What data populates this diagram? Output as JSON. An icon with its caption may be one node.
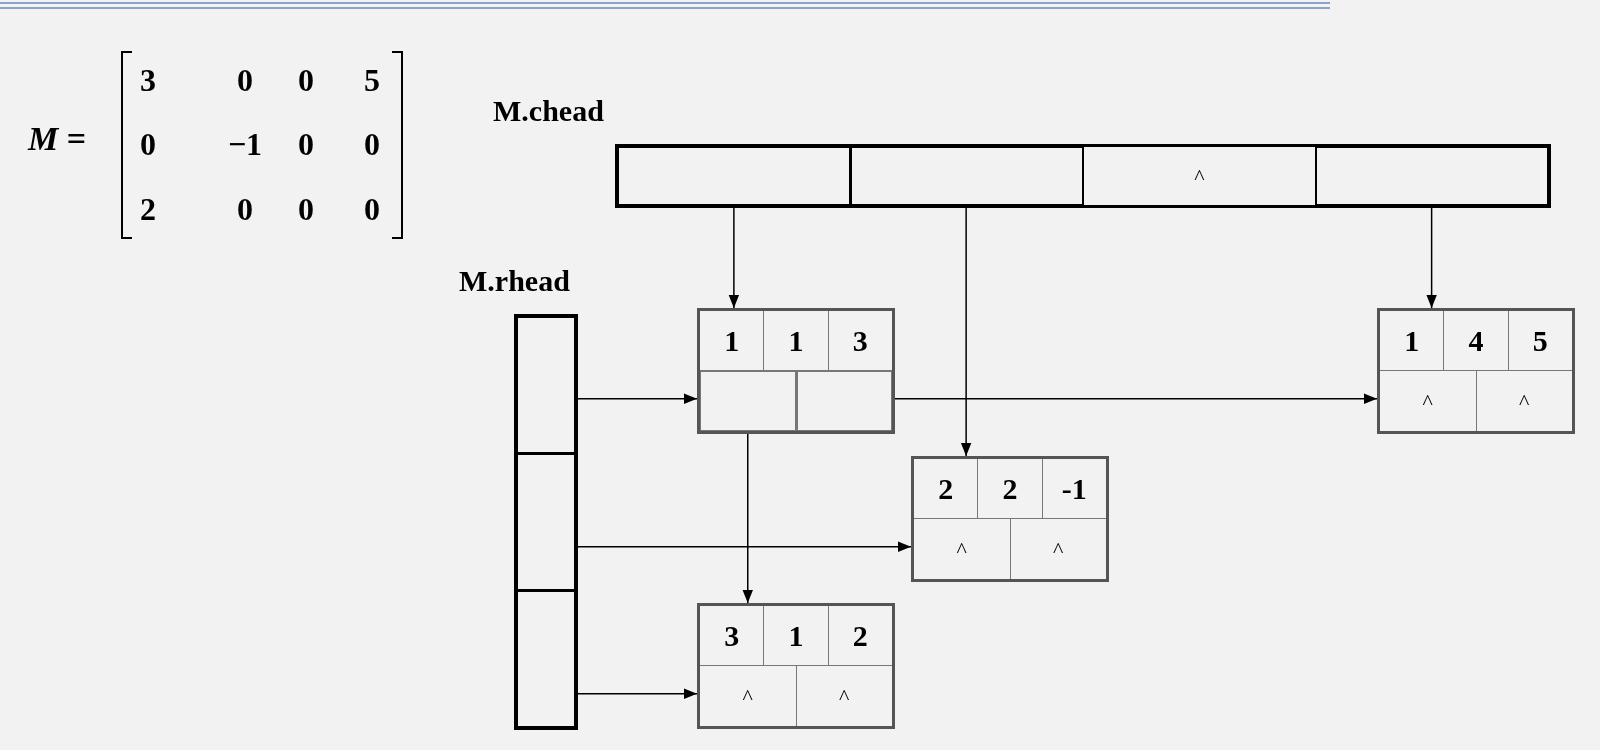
{
  "diagram": {
    "nodes": [
      {
        "text": [
          "M.chead"
        ]
      },
      {
        "text": [],
        "shape": "box",
        "in": 0
      },
      {
        "text": [],
        "shape": "box",
        "in": 0
      },
      {
        "text": [
          "^"
        ],
        "in": 0
      },
      {
        "text": [],
        "shape": "box",
        "in": 0
      },
      {
        "text": [
          "M.rhead"
        ]
      },
      {
        "text": [],
        "shape": "box",
        "in": 5
      },
      {
        "text": [],
        "shape": "box",
        "in": 5
      },
      {
        "text": [],
        "shape": "box",
        "in": 5
      },
      {
        "text": [
          "1",
          "1",
          "3"
        ]
      },
      {
        "text": [],
        "shape": "box",
        "in": 9
      },
      {
        "text": [],
        "shape": "box",
        "in": 9
      },
      {
        "text": [
          "1",
          "4",
          "5"
        ]
      },
      {
        "text": [
          "^"
        ],
        "in": 12
      },
      {
        "text": [
          "^"
        ],
        "in": 12
      },
      {
        "text": [
          "2",
          "2",
          "-1"
        ]
      },
      {
        "text": [
          "^"
        ],
        "in": 15
      },
      {
        "text": [
          "^"
        ],
        "in": 15
      },
      {
        "text": [
          "3",
          "1",
          "2"
        ]
      },
      {
        "text": [
          "^"
        ],
        "in": 18
      },
      {
        "text": [
          "^"
        ],
        "in": 18
      }
    ],
    "edges": [
      {
        "from": 1,
        "to": 9,
        "arrow": "to"
      },
      {
        "from": 2,
        "to": 15,
        "arrow": "to"
      },
      {
        "from": 4,
        "to": 12,
        "arrow": "to"
      },
      {
        "from": 6,
        "to": 9,
        "arrow": "to"
      },
      {
        "from": 7,
        "to": 15,
        "arrow": "to"
      },
      {
        "from": 8,
        "to": 18,
        "arrow": "to"
      },
      {
        "from": 10,
        "to": 18,
        "arrow": "to"
      },
      {
        "from": 11,
        "to": 12,
        "arrow": "to"
      }
    ],
    "labels": [
      "*M* =",
      "3",
      "0",
      "0",
      "5",
      "0",
      "−1",
      "0",
      "0",
      "2",
      "0",
      "0",
      "0"
    ]
  }
}
